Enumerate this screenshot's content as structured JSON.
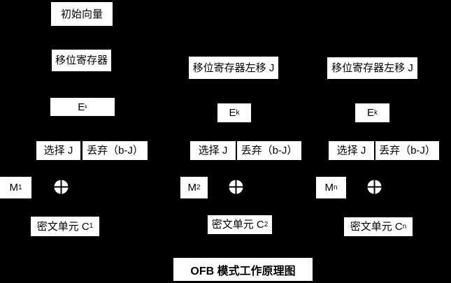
{
  "title": "OFB 模式工作原理图",
  "colors": {
    "background": "#000000",
    "box_background": "#ffffff",
    "box_text": "#000000"
  },
  "columns": {
    "first": {
      "initial_vector_label": "初始向量",
      "shift_register_label": "移位寄存器",
      "encrypt_label": "E",
      "encrypt_subscript": "k",
      "select_label": "选择 J",
      "discard_label": "丢弃（b-J）",
      "message_label": "M",
      "message_subscript": "1",
      "ciphertext_label": "密文单元 C",
      "ciphertext_subscript": "1"
    },
    "second": {
      "shift_register_label": "移位寄存器左移 J",
      "encrypt_label": "E",
      "encrypt_subscript": "k",
      "select_label": "选择 J",
      "discard_label": "丢弃（b-J）",
      "message_label": "M",
      "message_subscript": "2",
      "ciphertext_label": "密文单元 C",
      "ciphertext_subscript": "2"
    },
    "third": {
      "shift_register_label": "移位寄存器左移 J",
      "encrypt_label": "E",
      "encrypt_subscript": "k",
      "select_label": "选择 J",
      "discard_label": "丢弃（b-J）",
      "message_label": "M",
      "message_subscript": "n",
      "ciphertext_label": "密文单元 C",
      "ciphertext_subscript": "n"
    }
  }
}
